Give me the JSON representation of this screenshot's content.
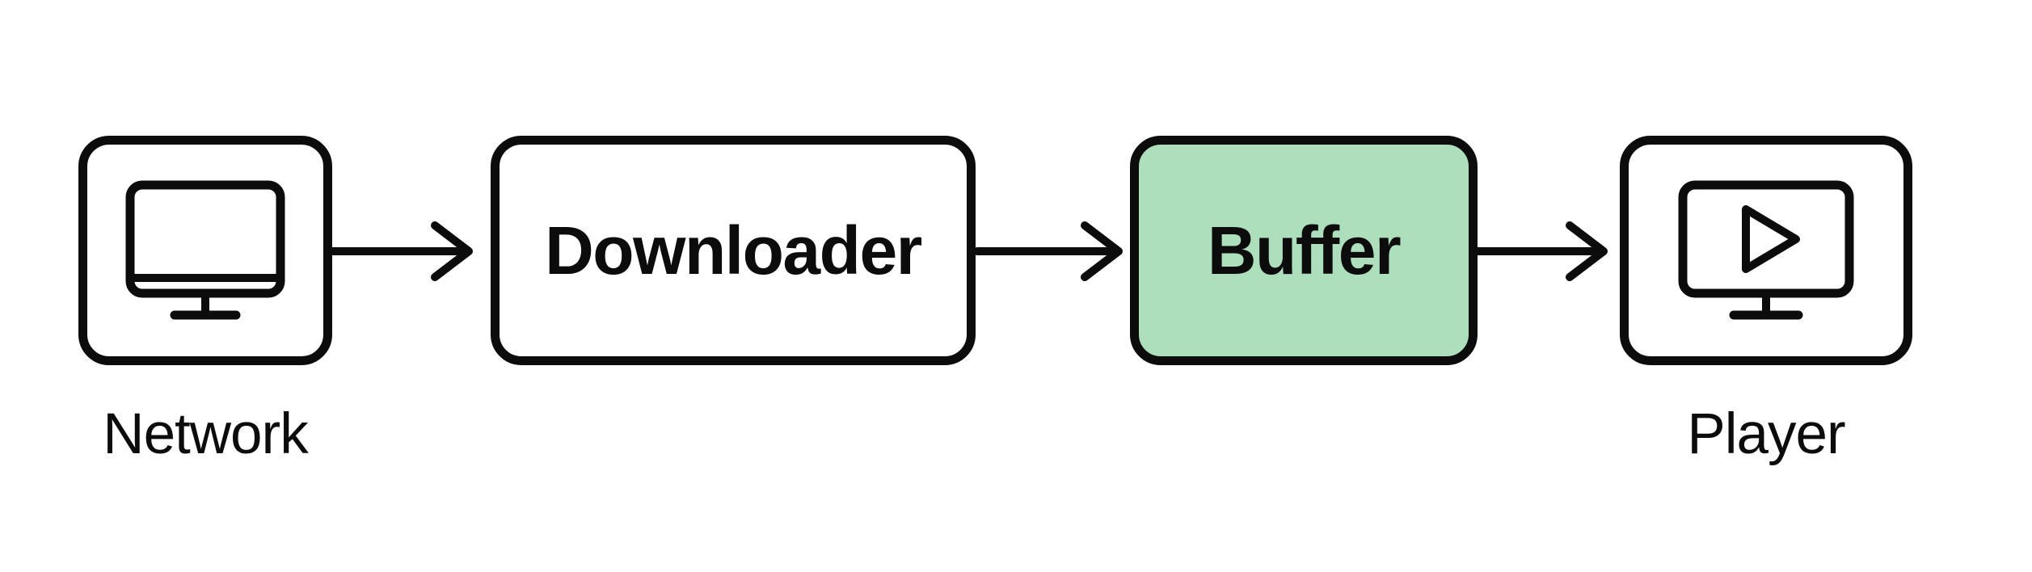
{
  "diagram": {
    "title": "streaming-pipeline",
    "background_color": "#ffffff",
    "stroke_color": "#0c0c0c",
    "highlight_fill": "#addfbc",
    "nodes": [
      {
        "id": "network",
        "label": "Network",
        "shape": "rounded-rect",
        "content": "icon",
        "icon": "monitor-icon",
        "fill": "#ffffff",
        "label_position": "below"
      },
      {
        "id": "downloader",
        "label": "Downloader",
        "shape": "rounded-rect",
        "content": "text",
        "icon": "",
        "fill": "#ffffff",
        "label_position": "inside"
      },
      {
        "id": "buffer",
        "label": "Buffer",
        "shape": "rounded-rect",
        "content": "text",
        "icon": "",
        "fill": "#addfbc",
        "label_position": "inside"
      },
      {
        "id": "player",
        "label": "Player",
        "shape": "rounded-rect",
        "content": "icon",
        "icon": "monitor-play-icon",
        "fill": "#ffffff",
        "label_position": "below"
      }
    ],
    "edges": [
      {
        "from": "network",
        "to": "downloader",
        "style": "arrow-right"
      },
      {
        "from": "downloader",
        "to": "buffer",
        "style": "arrow-right"
      },
      {
        "from": "buffer",
        "to": "player",
        "style": "arrow-right"
      }
    ]
  }
}
